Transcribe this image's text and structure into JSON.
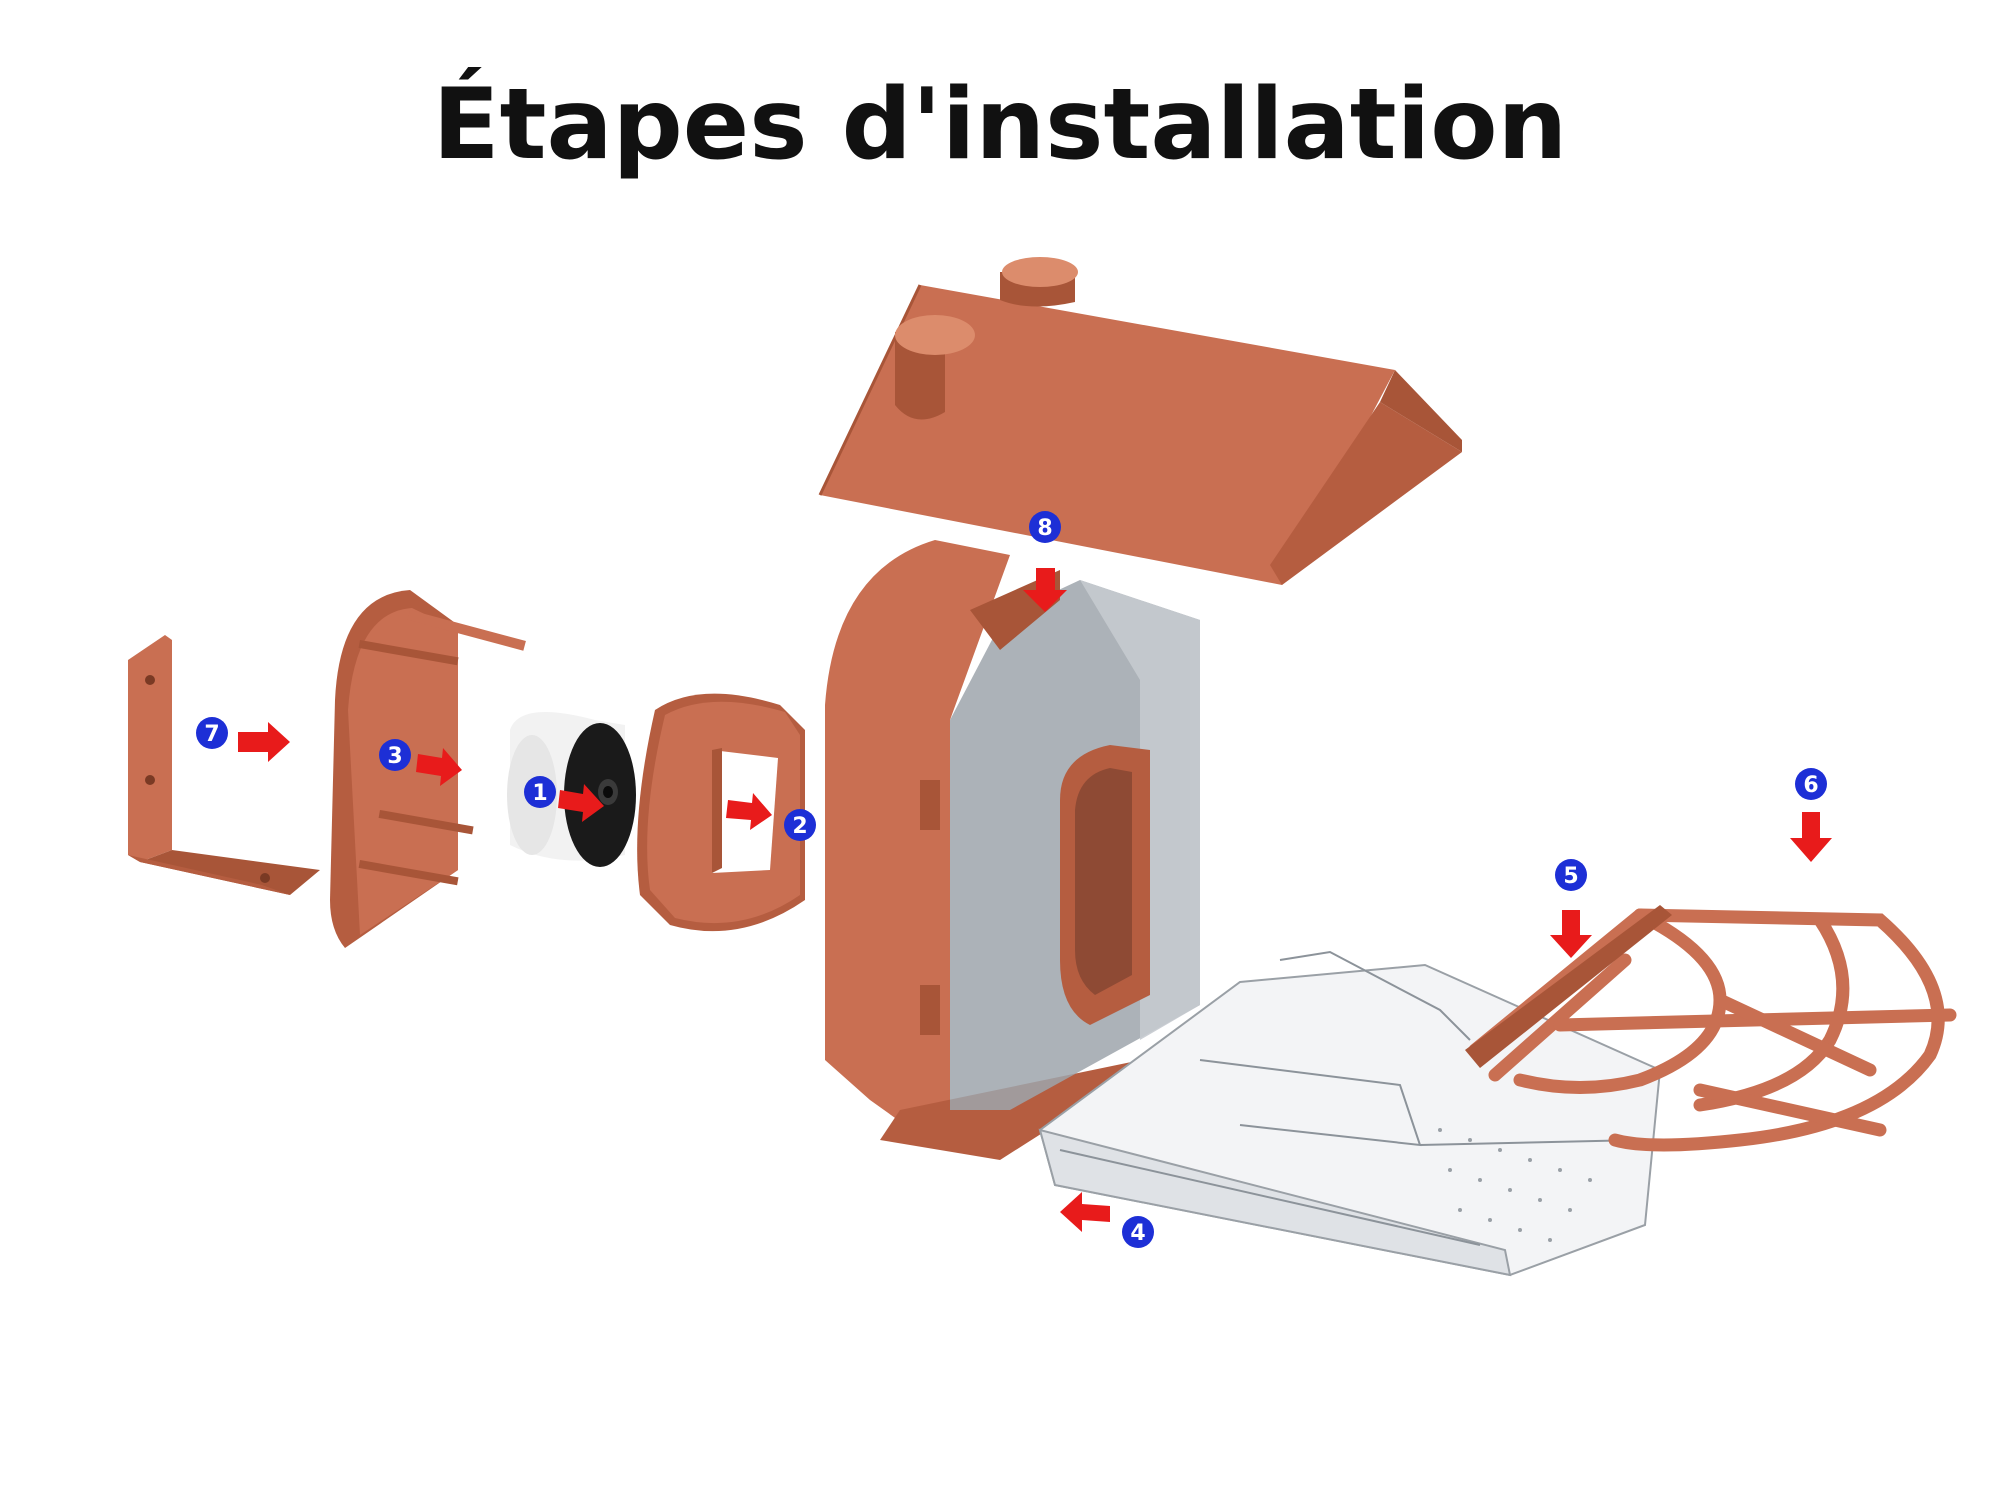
{
  "title": "Étapes d'installation",
  "colors": {
    "part": "#c96f52",
    "part_dark": "#a85538",
    "part_light": "#dc8c6c",
    "badge": "#1d2fd6",
    "arrow": "#e81b1b",
    "camera_white": "#f2f2f2",
    "camera_lens": "#1a1a1a",
    "transparent_part": "#d7dbe0"
  },
  "steps": [
    {
      "number": "1",
      "part": "camera"
    },
    {
      "number": "2",
      "part": "camera-ring"
    },
    {
      "number": "3",
      "part": "back-plate"
    },
    {
      "number": "4",
      "part": "tray"
    },
    {
      "number": "5",
      "part": "perch-bar"
    },
    {
      "number": "6",
      "part": "perch-frame"
    },
    {
      "number": "7",
      "part": "wall-bracket"
    },
    {
      "number": "8",
      "part": "feeder-body"
    }
  ]
}
